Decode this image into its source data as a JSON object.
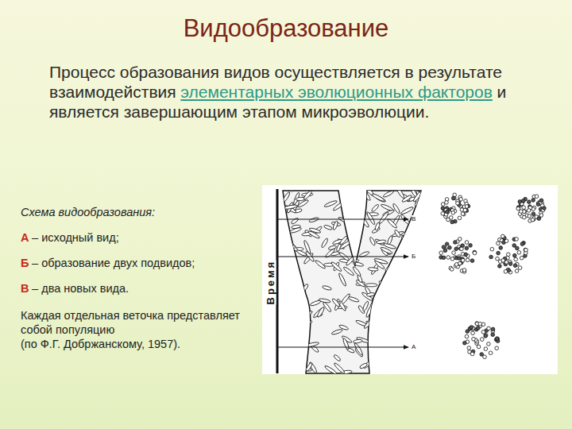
{
  "diagram": {
    "title": "Видообразование",
    "labels": [
      "Процесс образования видов осуществляется в результате взаимодействия",
      "элементарных эволюционных факторов",
      "и является завершающим этапом микроэволюции.",
      "Схема видообразования:",
      "А",
      "– исходный вид;",
      "Б",
      "– образование двух подвидов;",
      "В",
      "– два новых вида.",
      "Каждая отдельная веточка представляет собой популяцию",
      "(по Ф.Г. Добржанскому, 1957).",
      "Время",
      "В",
      "Б",
      "А"
    ]
  }
}
